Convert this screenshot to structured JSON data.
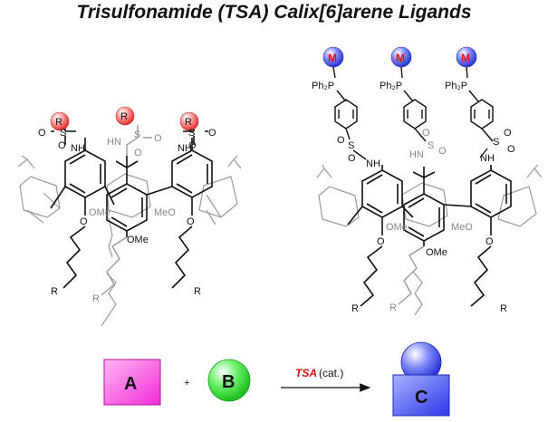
{
  "title": "Trisulfonamide (TSA) Calix[6]arene Ligands",
  "left_ligand": {
    "sulfonamide_r_label": "R",
    "nh_label": "NH",
    "hn_label": "HN",
    "s_label": "S",
    "o_label": "O",
    "ome_label": "OMe",
    "meo_label": "MeO",
    "chain_r_label": "R",
    "r_ball_color": "#ee4444"
  },
  "right_ligand": {
    "metal_label": "M",
    "ph2p_label": "Ph₂P",
    "nh_label": "NH",
    "hn_label": "HN",
    "s_label": "S",
    "o_label": "O",
    "ome_label": "OMe",
    "meo_label": "MeO",
    "chain_r_label": "R",
    "m_ball_color": "#3b48e0"
  },
  "reaction": {
    "reactant_a": "A",
    "plus": "+",
    "reactant_b": "B",
    "catalyst_name": "TSA",
    "catalyst_suffix": "(cat.)",
    "product": "C",
    "colors": {
      "a_fill": "#ff44e0",
      "b_fill": "#22dd22",
      "c_fill": "#3344ee",
      "catalyst_text": "#dd1111"
    }
  }
}
